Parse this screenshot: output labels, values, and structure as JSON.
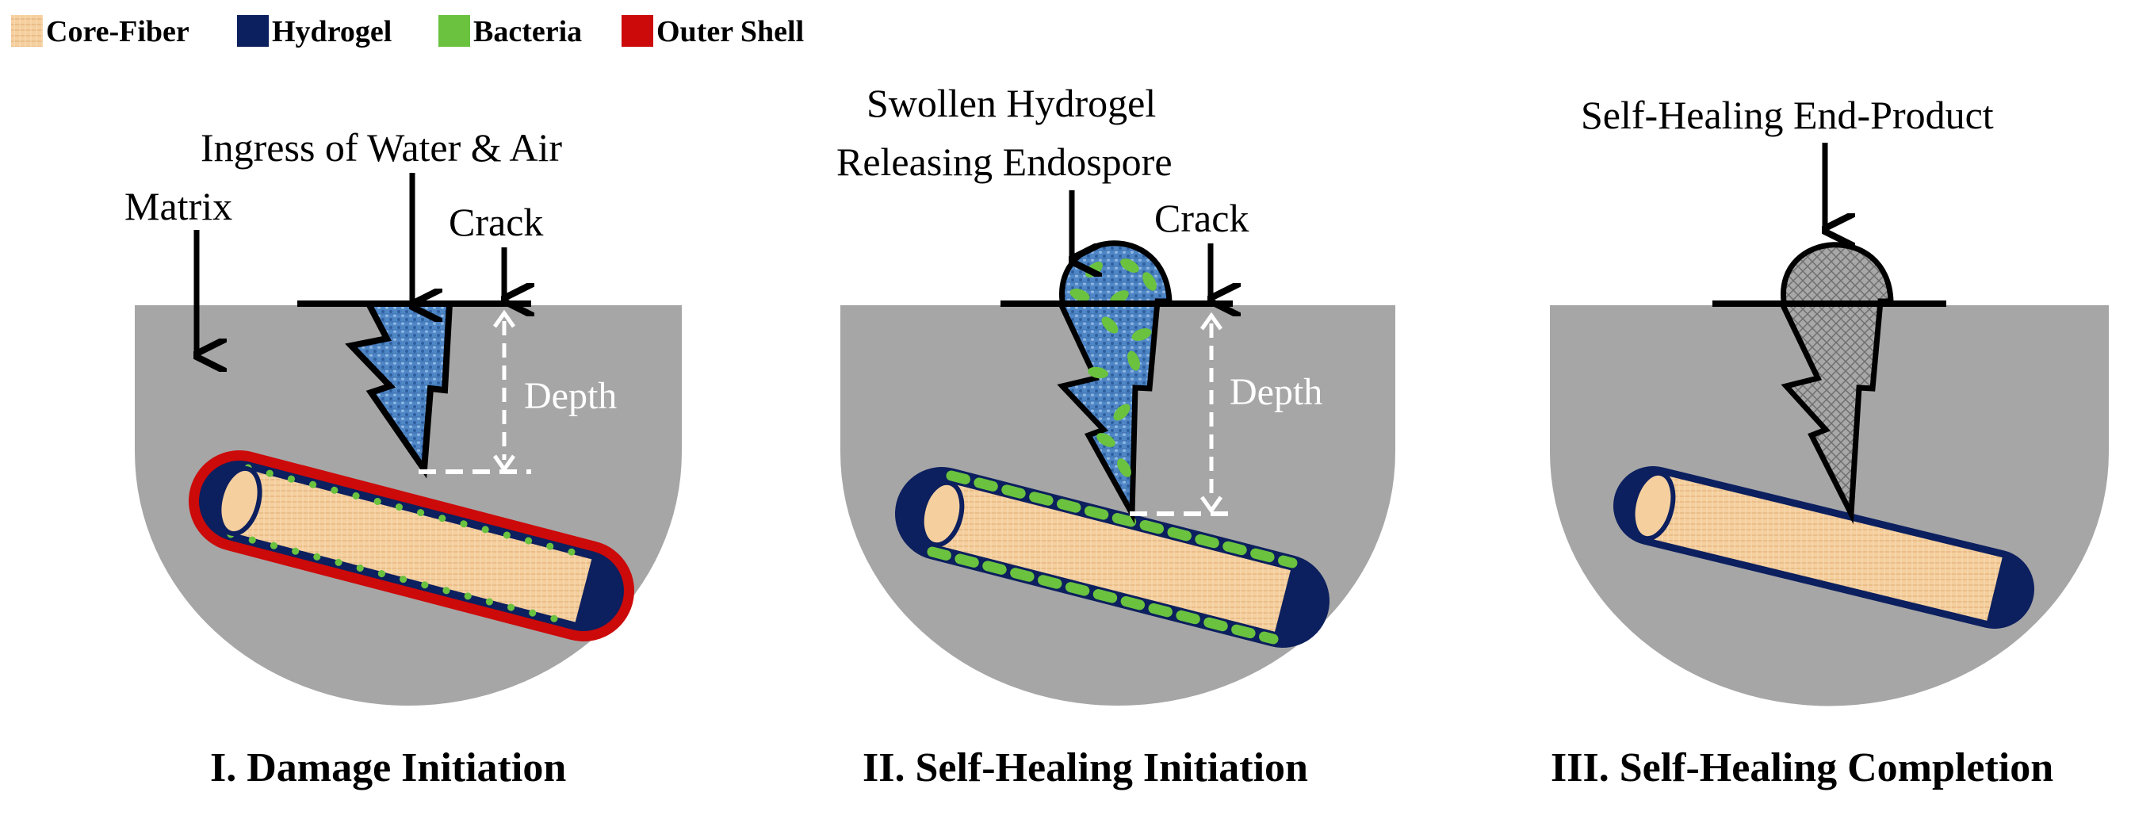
{
  "legend": {
    "core_fiber": "Core-Fiber",
    "hydrogel": "Hydrogel",
    "bacteria": "Bacteria",
    "outer_shell": "Outer Shell"
  },
  "colors": {
    "core_fiber": "#f5cf9e",
    "hydrogel": "#0c1f5e",
    "bacteria": "#6ac23e",
    "outer_shell": "#cc0a0a",
    "matrix": "#a6a6a6",
    "swollen_hydrogel": "#4f86c6",
    "healing_product": "#a8a8a8"
  },
  "panels": [
    {
      "title": "I. Damage Initiation",
      "labels": {
        "matrix": "Matrix",
        "ingress": "Ingress of Water & Air",
        "crack": "Crack",
        "depth": "Depth"
      }
    },
    {
      "title": "II. Self-Healing Initiation",
      "labels": {
        "swollen_line1": "Swollen Hydrogel",
        "swollen_line2": "Releasing Endospore",
        "crack": "Crack",
        "depth": "Depth"
      }
    },
    {
      "title": "III. Self-Healing Completion",
      "labels": {
        "end_product": "Self-Healing End-Product"
      }
    }
  ]
}
